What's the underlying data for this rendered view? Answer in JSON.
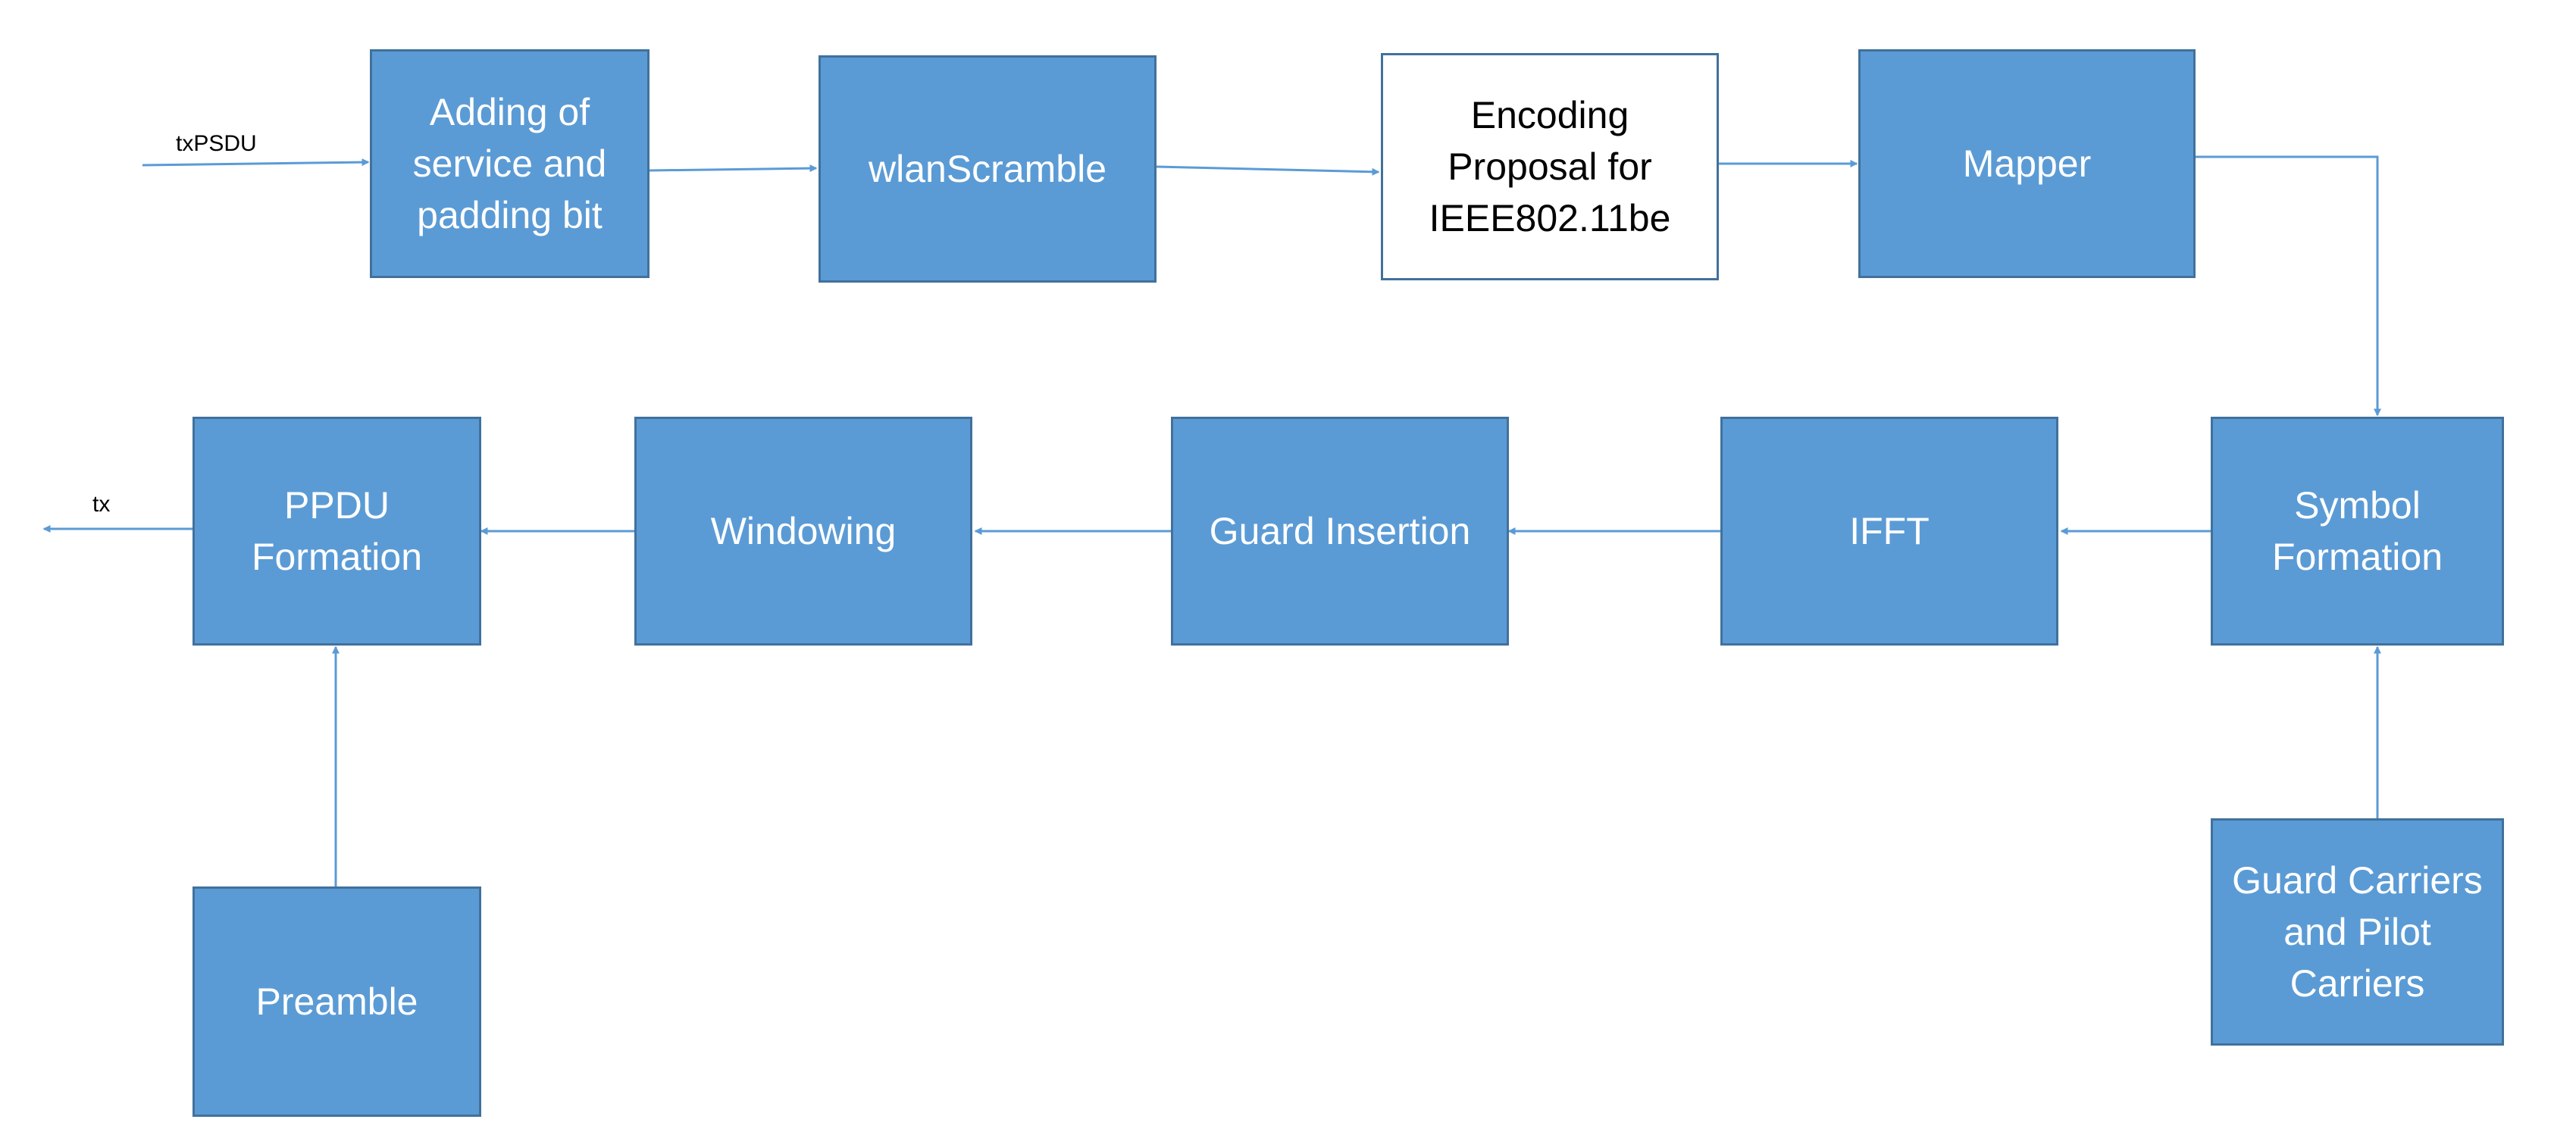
{
  "colors": {
    "block_fill": "#5b9bd5",
    "block_border": "#41719c",
    "arrow": "#5b9bd5",
    "highlight_fill": "#ffffff"
  },
  "labels": {
    "input": "txPSDU",
    "output": "tx"
  },
  "blocks": {
    "adding_service": "Adding of\nservice and\npadding bit",
    "wlan_scramble": "wlanScramble",
    "encoding_proposal": "Encoding\nProposal for\nIEEE802.11be",
    "mapper": "Mapper",
    "symbol_formation": "Symbol\nFormation",
    "guard_pilot": "Guard Carriers\nand Pilot\nCarriers",
    "ifft": "IFFT",
    "guard_insertion": "Guard Insertion",
    "windowing": "Windowing",
    "ppdu_formation": "PPDU\nFormation",
    "preamble": "Preamble"
  },
  "connections": [
    {
      "from": "input",
      "to": "adding_service"
    },
    {
      "from": "adding_service",
      "to": "wlan_scramble"
    },
    {
      "from": "wlan_scramble",
      "to": "encoding_proposal"
    },
    {
      "from": "encoding_proposal",
      "to": "mapper"
    },
    {
      "from": "mapper",
      "to": "symbol_formation"
    },
    {
      "from": "guard_pilot",
      "to": "symbol_formation"
    },
    {
      "from": "symbol_formation",
      "to": "ifft"
    },
    {
      "from": "ifft",
      "to": "guard_insertion"
    },
    {
      "from": "guard_insertion",
      "to": "windowing"
    },
    {
      "from": "windowing",
      "to": "ppdu_formation"
    },
    {
      "from": "preamble",
      "to": "ppdu_formation"
    },
    {
      "from": "ppdu_formation",
      "to": "output"
    }
  ]
}
